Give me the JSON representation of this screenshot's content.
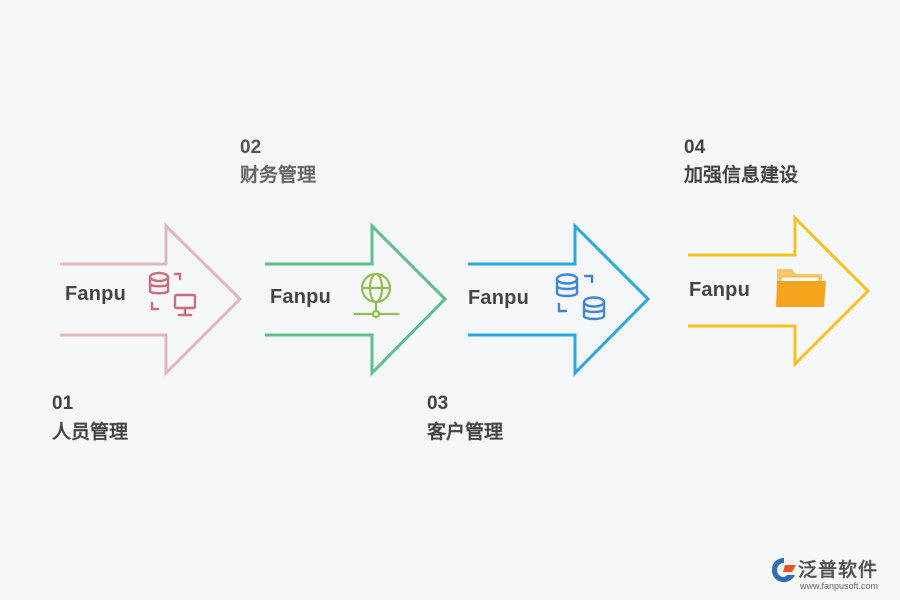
{
  "steps": [
    {
      "number": "01",
      "title": "人员管理",
      "brand": "Fanpu",
      "color": "#e0b8bc",
      "icon": "database-computer-icon"
    },
    {
      "number": "02",
      "title": "财务管理",
      "brand": "Fanpu",
      "color": "#5cbf8c",
      "icon": "globe-network-icon"
    },
    {
      "number": "03",
      "title": "客户管理",
      "brand": "Fanpu",
      "color": "#2aa8e0",
      "icon": "database-sync-icon"
    },
    {
      "number": "04",
      "title": "加强信息建设",
      "brand": "Fanpu",
      "color": "#f5c021",
      "icon": "folder-icon"
    }
  ],
  "logo": {
    "name": "泛普软件",
    "url": "www.fanpusoft.com"
  }
}
